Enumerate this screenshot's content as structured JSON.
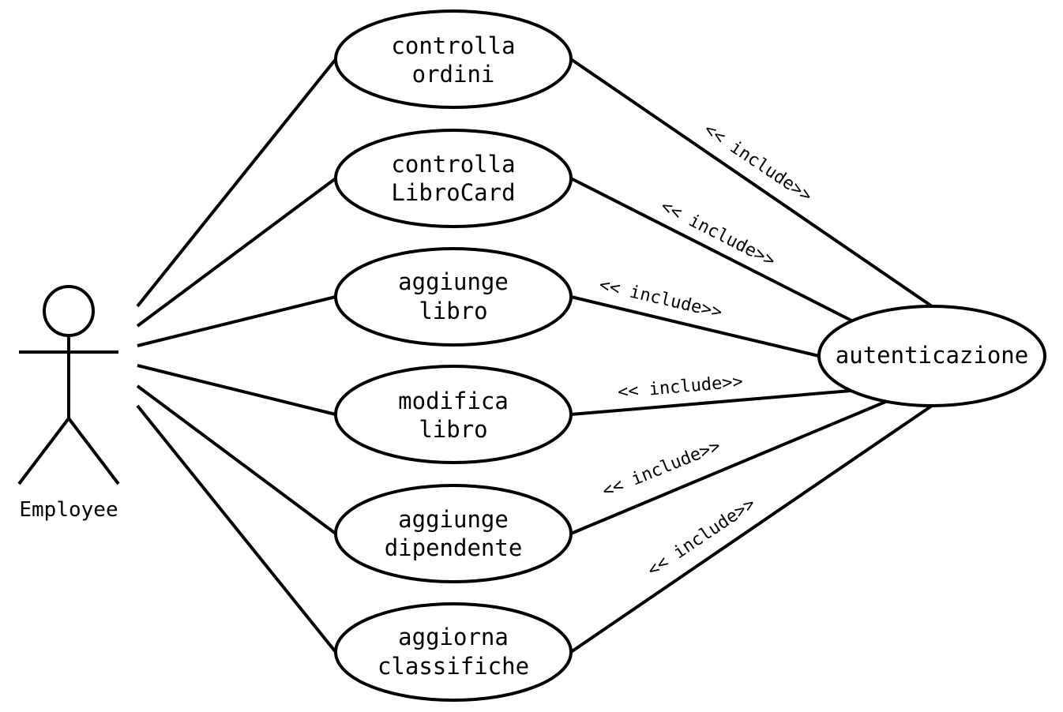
{
  "actor": {
    "name": "Employee"
  },
  "use_cases": [
    {
      "id": "uc1",
      "line1": "controlla",
      "line2": "ordini"
    },
    {
      "id": "uc2",
      "line1": "controlla",
      "line2": "LibroCard"
    },
    {
      "id": "uc3",
      "line1": "aggiunge",
      "line2": "libro"
    },
    {
      "id": "uc4",
      "line1": "modifica",
      "line2": "libro"
    },
    {
      "id": "uc5",
      "line1": "aggiunge",
      "line2": "dipendente"
    },
    {
      "id": "uc6",
      "line1": "aggiorna",
      "line2": "classifiche"
    }
  ],
  "included_use_case": {
    "label": "autenticazione"
  },
  "relations": {
    "include_label": "<< include>>",
    "count": 6
  }
}
